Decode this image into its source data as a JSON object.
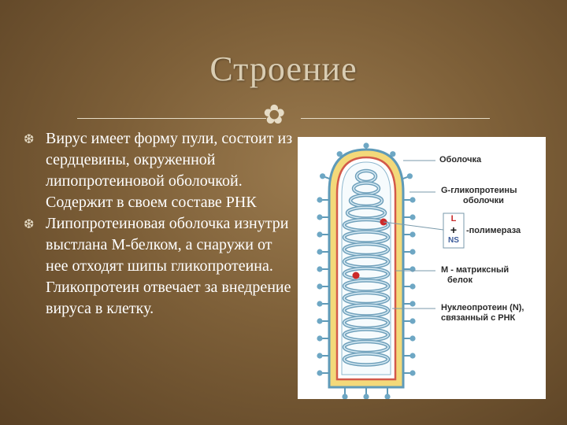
{
  "slide": {
    "title": "Строение",
    "bullets": [
      "Вирус имеет форму пули, состоит из сердцевины, окруженной липопротеиновой оболочкой. Содержит в своем составе РНК",
      "Липопротеиновая оболочка изнутри выстлана М-белком, а снаружи от нее отходят шипы гликопротеина. Гликопротеин  отвечает за внедрение вируса в клетку."
    ]
  },
  "diagram": {
    "labels": {
      "envelope": "Оболочка",
      "g_glyco_1": "G-гликопротеины",
      "g_glyco_2": "оболочки",
      "polymerase": "-полимераза",
      "m_protein_1": "M - матриксный",
      "m_protein_2": "белок",
      "nucleo_1": "Нуклеопротеин (N),",
      "nucleo_2": "связанный с РНК"
    },
    "polymerase_box": {
      "top": "L",
      "plus": "+",
      "bottom": "NS"
    }
  }
}
